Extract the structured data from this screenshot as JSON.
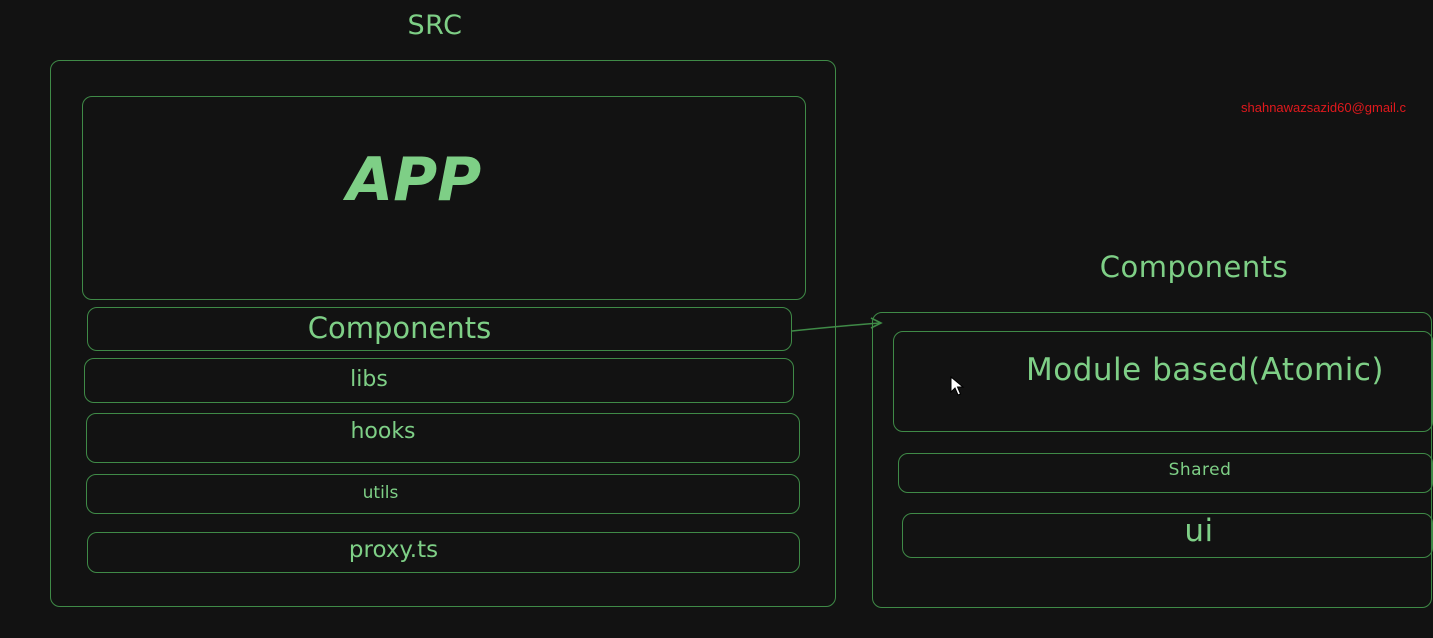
{
  "src_diagram": {
    "title": "SRC",
    "app_label": "APP",
    "rows": [
      {
        "label": "Components"
      },
      {
        "label": "libs"
      },
      {
        "label": "hooks"
      },
      {
        "label": "utils"
      },
      {
        "label": "proxy.ts"
      }
    ]
  },
  "components_diagram": {
    "title": "Components",
    "rows": [
      {
        "label": "Module based(Atomic)"
      },
      {
        "label": "Shared"
      },
      {
        "label": "ui"
      }
    ]
  },
  "watermark": {
    "email": "shahnawazsazid60@gmail.c"
  },
  "colors": {
    "background": "#121212",
    "stroke": "#3f8a47",
    "text": "#7ecf86",
    "watermark": "#e0191d"
  },
  "icons": {
    "cursor": "mouse-pointer-icon",
    "arrow": "arrow-right-icon"
  }
}
